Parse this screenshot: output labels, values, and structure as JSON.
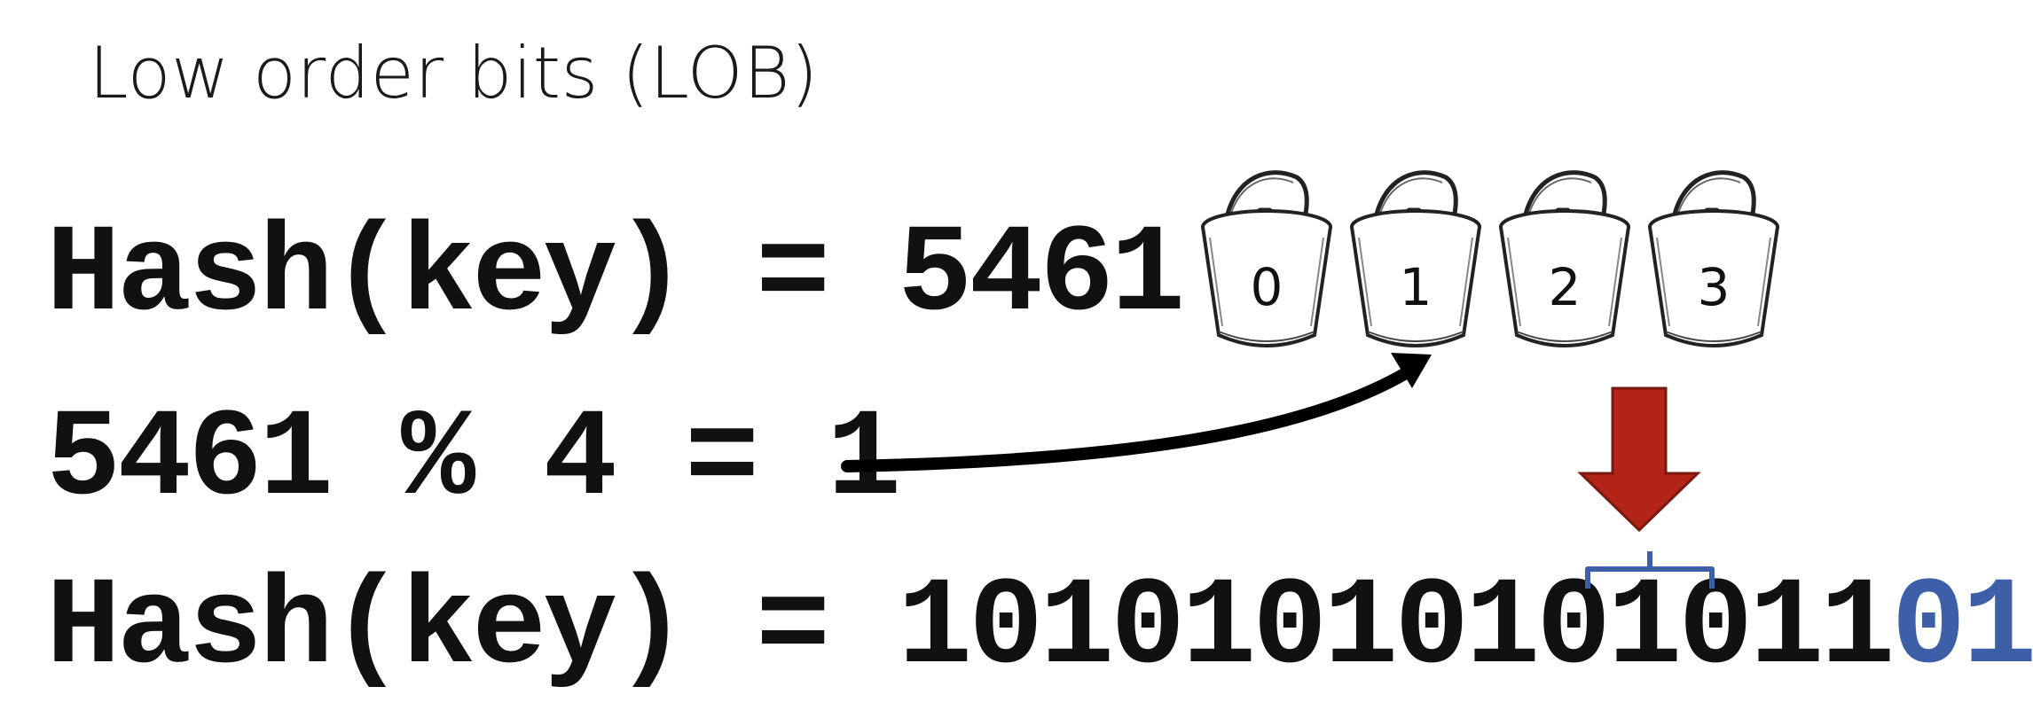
{
  "slide": {
    "title": "Low order bits (LOB)",
    "line1": "Hash(key) = 5461",
    "line2": "5461 % 4 = 1",
    "line3_prefix": "Hash(key) = 10101010101011",
    "line3_lob": "01"
  },
  "buckets": [
    {
      "label": "0"
    },
    {
      "label": "1"
    },
    {
      "label": "2"
    },
    {
      "label": "3"
    }
  ],
  "colors": {
    "text": "#111111",
    "lob_highlight": "#3d5fa8",
    "down_arrow": "#b22418",
    "curve_arrow": "#000000"
  },
  "icons": {
    "bucket": "bucket-icon",
    "curve_arrow": "curved-arrow-icon",
    "down_arrow": "down-arrow-icon",
    "bracket": "bracket-icon"
  }
}
